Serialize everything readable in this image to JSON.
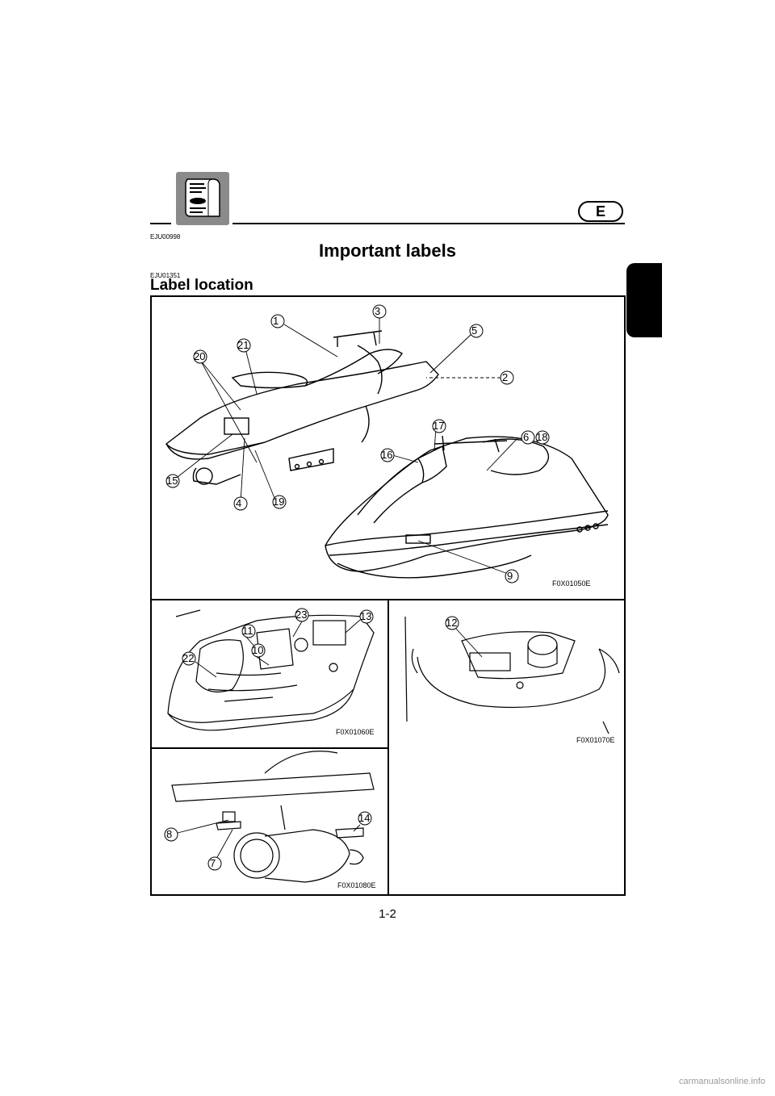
{
  "header": {
    "language": "E",
    "section_code": "EJU00998",
    "title": "Important labels",
    "subsection_code": "EJU01351",
    "subsection_title": "Label location"
  },
  "figures": {
    "top_code": "F0X01050E",
    "engine_code": "F0X01060E",
    "storage_code": "F0X01070E",
    "stern_code": "F0X01080E"
  },
  "callouts": {
    "c1": "1",
    "c2": "2",
    "c3": "3",
    "c4": "4",
    "c5": "5",
    "c6": "6",
    "c7": "7",
    "c8": "8",
    "c9": "9",
    "c10": "10",
    "c11": "11",
    "c12": "12",
    "c13": "13",
    "c14": "14",
    "c15": "15",
    "c16": "16",
    "c17": "17",
    "c18": "18",
    "c19": "19",
    "c20": "20",
    "c21": "21",
    "c22": "22",
    "c23": "23"
  },
  "footer": {
    "page_number": "1-2",
    "watermark": "carmanualsonline.info"
  }
}
